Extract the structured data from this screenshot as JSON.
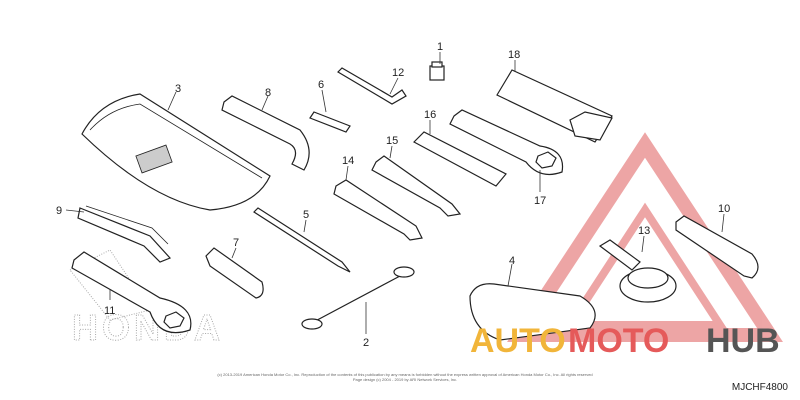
{
  "callouts": [
    "1",
    "2",
    "3",
    "4",
    "5",
    "6",
    "7",
    "8",
    "9",
    "10",
    "11",
    "12",
    "13",
    "14",
    "15",
    "16",
    "17",
    "18"
  ],
  "brand_outline": "HONDA",
  "watermark": {
    "part1": "AUTO",
    "part2": "MOTO",
    "part3": "HUB"
  },
  "diagram_code": "MJCHF4800",
  "copyright": {
    "line1": "(c) 2013-2019 American Honda Motor Co., Inc. Reproduction of the contents of this publication by any means is forbidden without the express written approval of American Honda Motor Co., Inc. All rights reserved",
    "line2": "Page design (c) 2004 - 2019 by ARI Network Services, Inc."
  },
  "colors": {
    "wm_yellow": "#f1b53a",
    "wm_red": "#e55a5a",
    "wm_dark": "#555555"
  }
}
